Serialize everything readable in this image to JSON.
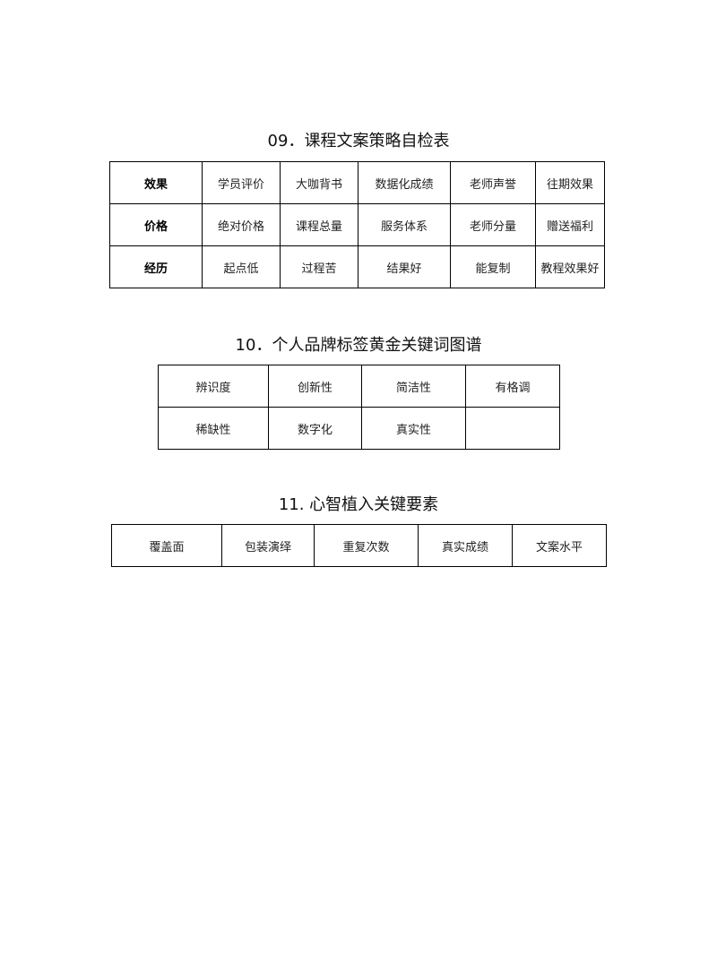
{
  "section1": {
    "title": "09．课程文案策略自检表",
    "rows": [
      {
        "head": "效果",
        "cells": [
          "学员评价",
          "大咖背书",
          "数据化成绩",
          "老师声誉",
          "往期效果"
        ]
      },
      {
        "head": "价格",
        "cells": [
          "绝对价格",
          "课程总量",
          "服务体系",
          "老师分量",
          "赠送福利"
        ]
      },
      {
        "head": "经历",
        "cells": [
          "起点低",
          "过程苦",
          "结果好",
          "能复制",
          "教程效果好"
        ]
      }
    ]
  },
  "section2": {
    "title": "10．个人品牌标签黄金关键词图谱",
    "rows": [
      {
        "cells": [
          "辨识度",
          "创新性",
          "简洁性",
          "有格调"
        ]
      },
      {
        "cells": [
          "稀缺性",
          "数字化",
          "真实性",
          ""
        ]
      }
    ]
  },
  "section3": {
    "title": "11. 心智植入关键要素",
    "cells": [
      "覆盖面",
      "包装演绎",
      "重复次数",
      "真实成绩",
      "文案水平"
    ]
  }
}
